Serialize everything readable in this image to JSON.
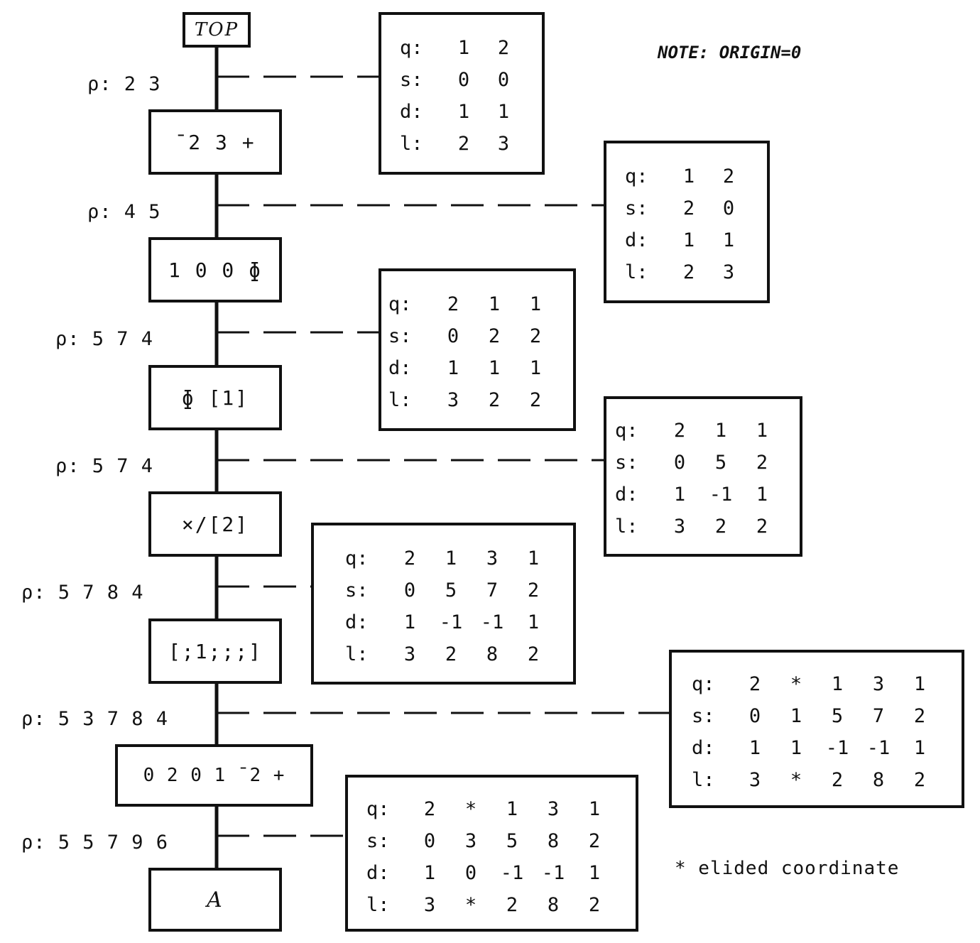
{
  "note": "NOTE: ORIGIN=0",
  "legend": "* elided coordinate",
  "operators": {
    "top": "TOP",
    "op1": "¯2 3 +",
    "op2": "1 0 0 ɸ",
    "op3": "ɸ [1]",
    "op4": "×/[2]",
    "op5": "[;1;;;]",
    "op6": "0 2 0 1 ¯2 +",
    "op7": "A"
  },
  "rho": {
    "r1": "ρ: 2 3",
    "r2": "ρ: 4 5",
    "r3": "ρ: 5 7 4",
    "r4": "ρ: 5 7 4",
    "r5": "ρ: 5 7 8 4",
    "r6": "ρ: 5 3 7 8 4",
    "r7": "ρ: 5 5 7 9 6"
  },
  "tables": {
    "t1": {
      "rows": [
        {
          "label": "q:",
          "values": [
            "1",
            "2"
          ]
        },
        {
          "label": "s:",
          "values": [
            "0",
            "0"
          ]
        },
        {
          "label": "d:",
          "values": [
            "1",
            "1"
          ]
        },
        {
          "label": "l:",
          "values": [
            "2",
            "3"
          ]
        }
      ]
    },
    "t2": {
      "rows": [
        {
          "label": "q:",
          "values": [
            "1",
            "2"
          ]
        },
        {
          "label": "s:",
          "values": [
            "2",
            "0"
          ]
        },
        {
          "label": "d:",
          "values": [
            "1",
            "1"
          ]
        },
        {
          "label": "l:",
          "values": [
            "2",
            "3"
          ]
        }
      ]
    },
    "t3": {
      "rows": [
        {
          "label": "q:",
          "values": [
            "2",
            "1",
            "1"
          ]
        },
        {
          "label": "s:",
          "values": [
            "0",
            "2",
            "2"
          ]
        },
        {
          "label": "d:",
          "values": [
            "1",
            "1",
            "1"
          ]
        },
        {
          "label": "l:",
          "values": [
            "3",
            "2",
            "2"
          ]
        }
      ]
    },
    "t4": {
      "rows": [
        {
          "label": "q:",
          "values": [
            "2",
            "1",
            "1"
          ]
        },
        {
          "label": "s:",
          "values": [
            "0",
            "5",
            "2"
          ]
        },
        {
          "label": "d:",
          "values": [
            "1",
            "-1",
            "1"
          ]
        },
        {
          "label": "l:",
          "values": [
            "3",
            "2",
            "2"
          ]
        }
      ]
    },
    "t5": {
      "rows": [
        {
          "label": "q:",
          "values": [
            "2",
            "1",
            "3",
            "1"
          ]
        },
        {
          "label": "s:",
          "values": [
            "0",
            "5",
            "7",
            "2"
          ]
        },
        {
          "label": "d:",
          "values": [
            "1",
            "-1",
            "-1",
            "1"
          ]
        },
        {
          "label": "l:",
          "values": [
            "3",
            "2",
            "8",
            "2"
          ]
        }
      ]
    },
    "t6": {
      "rows": [
        {
          "label": "q:",
          "values": [
            "2",
            "*",
            "1",
            "3",
            "1"
          ]
        },
        {
          "label": "s:",
          "values": [
            "0",
            "1",
            "5",
            "7",
            "2"
          ]
        },
        {
          "label": "d:",
          "values": [
            "1",
            "1",
            "-1",
            "-1",
            "1"
          ]
        },
        {
          "label": "l:",
          "values": [
            "3",
            "*",
            "2",
            "8",
            "2"
          ]
        }
      ]
    },
    "t7": {
      "rows": [
        {
          "label": "q:",
          "values": [
            "2",
            "*",
            "1",
            "3",
            "1"
          ]
        },
        {
          "label": "s:",
          "values": [
            "0",
            "3",
            "5",
            "8",
            "2"
          ]
        },
        {
          "label": "d:",
          "values": [
            "1",
            "0",
            "-1",
            "-1",
            "1"
          ]
        },
        {
          "label": "l:",
          "values": [
            "3",
            "*",
            "2",
            "8",
            "2"
          ]
        }
      ]
    }
  }
}
